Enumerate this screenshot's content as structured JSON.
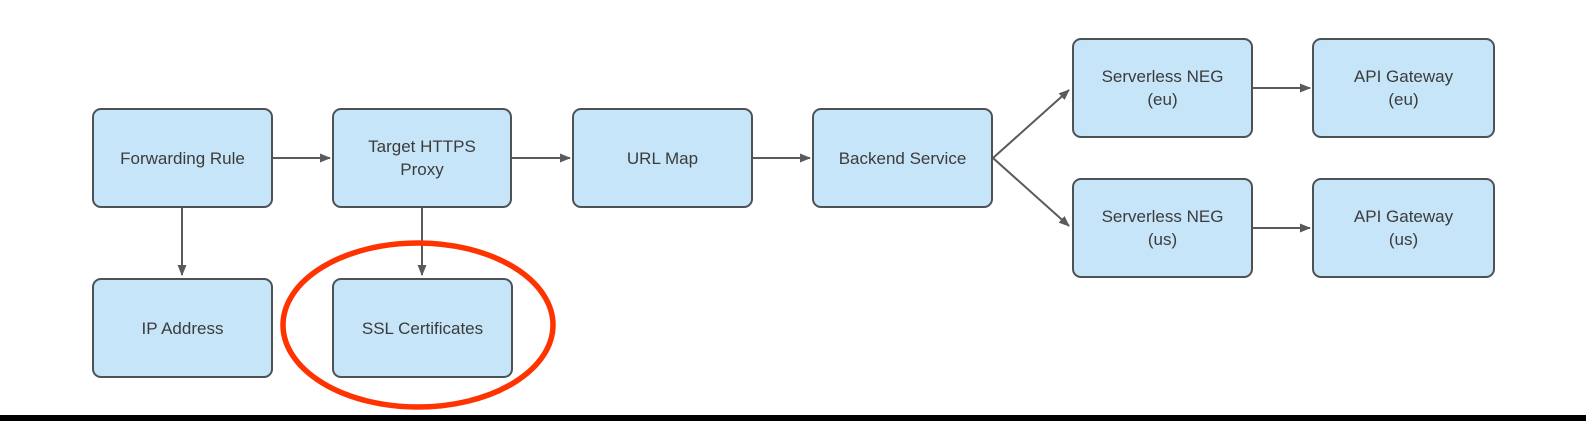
{
  "diagram": {
    "nodes": {
      "forwarding_rule": {
        "label": "Forwarding Rule",
        "lines": [
          "Forwarding Rule",
          ""
        ]
      },
      "target_https_proxy": {
        "label": "Target HTTPS Proxy",
        "lines": [
          "Target HTTPS",
          "Proxy"
        ]
      },
      "url_map": {
        "label": "URL Map",
        "lines": [
          "URL Map",
          ""
        ]
      },
      "backend_service": {
        "label": "Backend Service",
        "lines": [
          "Backend Service",
          ""
        ]
      },
      "serverless_neg_eu": {
        "label": "Serverless NEG (eu)",
        "lines": [
          "Serverless NEG",
          "(eu)"
        ]
      },
      "api_gateway_eu": {
        "label": "API Gateway (eu)",
        "lines": [
          "API Gateway",
          "(eu)"
        ]
      },
      "serverless_neg_us": {
        "label": "Serverless NEG (us)",
        "lines": [
          "Serverless NEG",
          "(us)"
        ]
      },
      "api_gateway_us": {
        "label": "API Gateway (us)",
        "lines": [
          "API Gateway",
          "(us)"
        ]
      },
      "ip_address": {
        "label": "IP Address",
        "lines": [
          "IP Address",
          ""
        ]
      },
      "ssl_certificates": {
        "label": "SSL Certificates",
        "lines": [
          "SSL Certificates",
          ""
        ]
      }
    },
    "edges": [
      {
        "from": "Forwarding Rule",
        "to": "Target HTTPS Proxy"
      },
      {
        "from": "Forwarding Rule",
        "to": "IP Address"
      },
      {
        "from": "Target HTTPS Proxy",
        "to": "URL Map"
      },
      {
        "from": "Target HTTPS Proxy",
        "to": "SSL Certificates"
      },
      {
        "from": "URL Map",
        "to": "Backend Service"
      },
      {
        "from": "Backend Service",
        "to": "Serverless NEG (eu)"
      },
      {
        "from": "Backend Service",
        "to": "Serverless NEG (us)"
      },
      {
        "from": "Serverless NEG (eu)",
        "to": "API Gateway (eu)"
      },
      {
        "from": "Serverless NEG (us)",
        "to": "API Gateway (us)"
      }
    ],
    "highlight": {
      "shape": "ellipse",
      "around": "SSL Certificates",
      "color": "#FF3300"
    }
  },
  "colors": {
    "node_fill": "#C7E5F8",
    "node_border": "#4E5256",
    "node_text": "#3B3B3B",
    "arrow": "#5A5A5A",
    "highlight": "#FF3300",
    "bottom_bar": "#000000",
    "page_bg": "#FFFFFF"
  }
}
